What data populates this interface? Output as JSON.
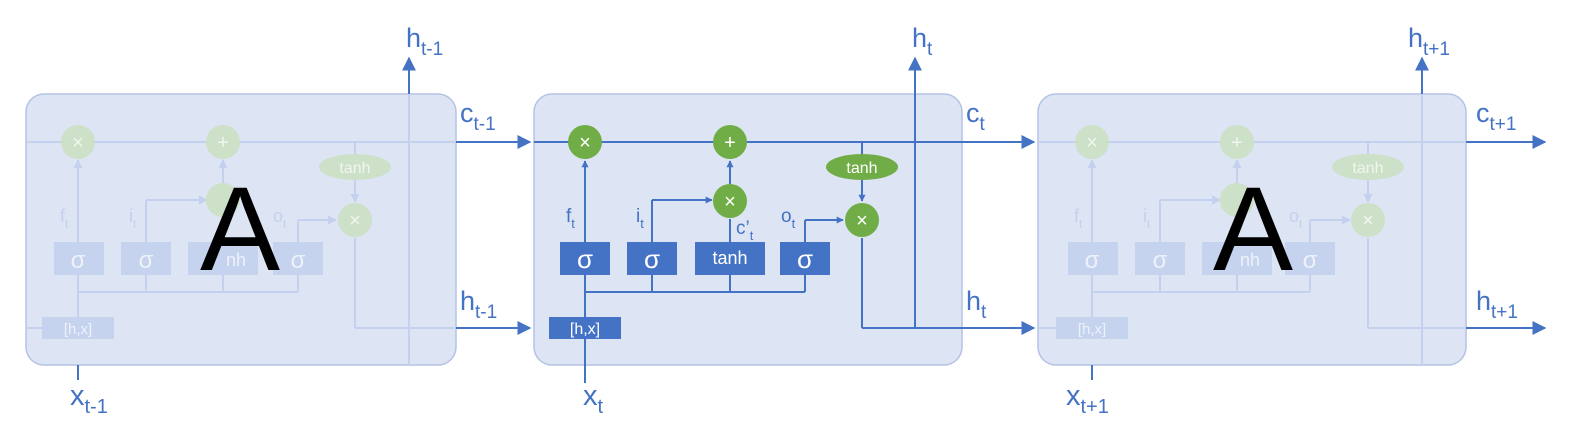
{
  "colors": {
    "cell_fill": "#dde4f3",
    "cell_stroke": "#b4c3e3",
    "line": "#4472c4",
    "box": "#4472c4",
    "op": "#70ad47",
    "faded_line": "#c4d1ee",
    "faded_box": "#c5d3ee",
    "faded_op": "#cde0c8"
  },
  "cells": {
    "left": {
      "big_label": "A"
    },
    "right": {
      "big_label": "A"
    }
  },
  "labels": {
    "h_prev_top": {
      "base": "h",
      "sub": "t-1"
    },
    "h_top": {
      "base": "h",
      "sub": "t"
    },
    "h_next_top": {
      "base": "h",
      "sub": "t+1"
    },
    "c_prev": {
      "base": "c",
      "sub": "t-1"
    },
    "c_cur": {
      "base": "c",
      "sub": "t"
    },
    "c_next": {
      "base": "c",
      "sub": "t+1"
    },
    "h_prev_mid": {
      "base": "h",
      "sub": "t-1"
    },
    "h_cur_mid": {
      "base": "h",
      "sub": "t"
    },
    "h_next_mid": {
      "base": "h",
      "sub": "t+1"
    },
    "x_prev": {
      "base": "x",
      "sub": "t-1"
    },
    "x_cur": {
      "base": "x",
      "sub": "t"
    },
    "x_next": {
      "base": "x",
      "sub": "t+1"
    }
  },
  "gates": {
    "f_label": {
      "base": "f",
      "sub": "t"
    },
    "i_label": {
      "base": "i",
      "sub": "t"
    },
    "c_label": {
      "base": "c’",
      "sub": "t"
    },
    "o_label": {
      "base": "o",
      "sub": "t"
    },
    "sigma_f": "σ",
    "sigma_i": "σ",
    "tanh_box": "tanh",
    "sigma_o": "σ",
    "concat": "[h,x]",
    "tanh_op": "tanh",
    "mult": "×",
    "add": "+"
  },
  "faded": {
    "sigma": "σ",
    "tanh_fragment": "nh",
    "tanh_op": "tanh",
    "concat": "[h,x]",
    "mult": "×",
    "add": "+",
    "f_label": {
      "base": "f",
      "sub": "t"
    },
    "i_label": {
      "base": "i",
      "sub": "t"
    },
    "o_label": {
      "base": "o",
      "sub": "t"
    }
  }
}
